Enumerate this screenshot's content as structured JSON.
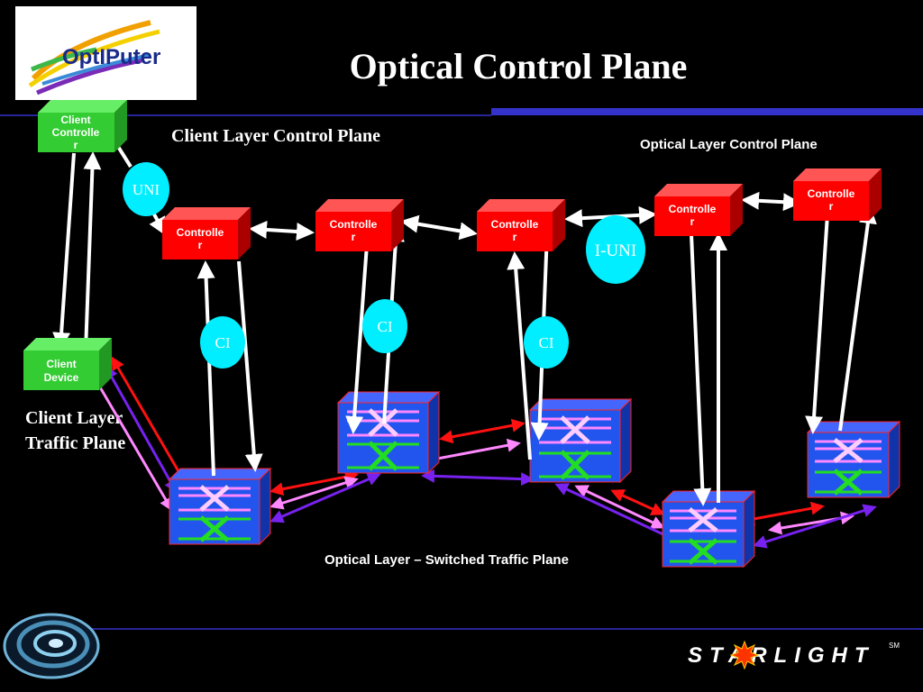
{
  "title": "Optical Control Plane",
  "logo_text": "OptIPuter",
  "footer_logo_text": "STARLIGHT",
  "footer_logo_mark": "SM",
  "labels": {
    "client_layer_control_plane": "Client Layer Control Plane",
    "optical_layer_control_plane": "Optical Layer Control Plane",
    "client_layer_traffic_plane_line1": "Client Layer",
    "client_layer_traffic_plane_line2": "Traffic Plane",
    "optical_switched_plane": "Optical Layer – Switched Traffic Plane"
  },
  "boxes": {
    "client_controller": [
      "Client",
      "Controlle",
      "r"
    ],
    "client_device": [
      "Client",
      "Device"
    ],
    "controller": [
      "Controlle",
      "r"
    ]
  },
  "interfaces": {
    "uni": "UNI",
    "i_uni": "I-UNI",
    "ci": "CI"
  },
  "colors": {
    "background": "#000000",
    "green_box": "#33cc33",
    "red_box": "#ff0000",
    "cyan": "#00eeff",
    "switch_blue": "#2255ee",
    "rule_blue": "#3333cc"
  }
}
